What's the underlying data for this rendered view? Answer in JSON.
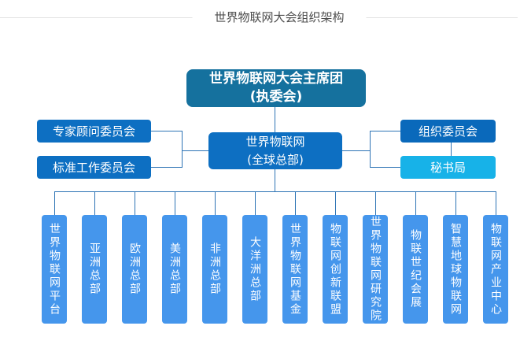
{
  "page": {
    "title": "世界物联网大会组织架构"
  },
  "org": {
    "root_line1": "世界物联网大会主席团",
    "root_line2": "(执委会)",
    "hq_line1": "世界物联网",
    "hq_line2": "(全球总部)",
    "committees_left": [
      "专家顾问委员会",
      "标准工作委员会"
    ],
    "committees_right": [
      "组织委员会",
      "秘书局"
    ],
    "branches": [
      "世界物联网平台",
      "亚洲总部",
      "欧洲总部",
      "美洲总部",
      "非洲总部",
      "大洋洲总部",
      "世界物联网基金",
      "物联网创新联盟",
      "世界物联网研究院",
      "物联世纪会展",
      "智慧地球物联网",
      "物联网产业中心"
    ]
  },
  "colors": {
    "root_box": "#15719e",
    "primary_box": "#0d6fc2",
    "organizing_box": "#0a69bb",
    "secretariat_box": "#17b2e8",
    "branch_box": "#4596ec",
    "connector": "#2e74b5",
    "divider": "#e2e2e2",
    "title_text": "#4d4d4d"
  }
}
